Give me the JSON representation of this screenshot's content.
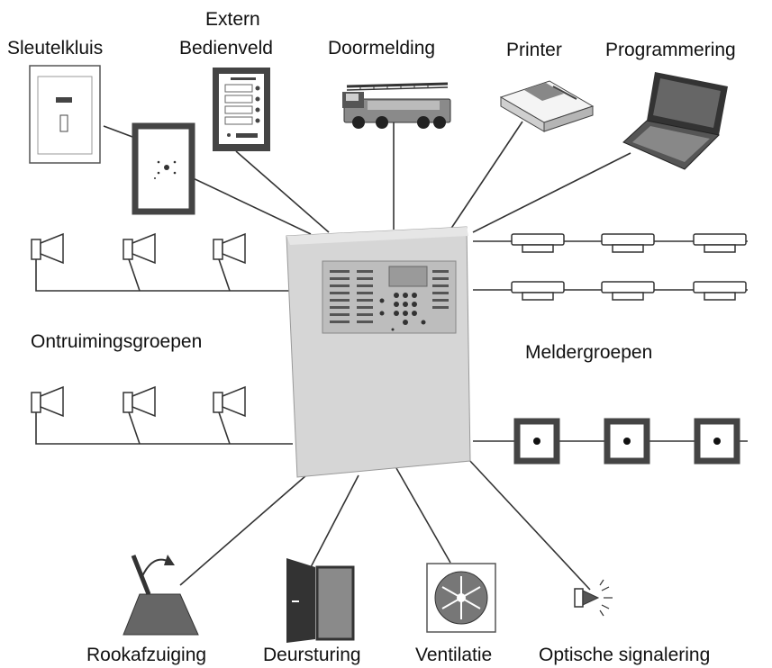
{
  "labels": {
    "sleutelkluis": "Sleutelkluis",
    "extern_line1": "Extern",
    "extern_line2": "Bedienveld",
    "doormelding": "Doormelding",
    "printer": "Printer",
    "programmering": "Programmering",
    "ontruimingsgroepen": "Ontruimingsgroepen",
    "meldergroepen": "Meldergroepen",
    "rookafzuiging": "Rookafzuiging",
    "deursturing": "Deursturing",
    "ventilatie": "Ventilatie",
    "optische_signalering": "Optische signalering"
  },
  "colors": {
    "panel": "#d6d6d6",
    "panel_dark": "#a8a8a8",
    "display": "#bdbdbd",
    "truck_red": "#8a8a8a",
    "device_dark": "#555555"
  }
}
